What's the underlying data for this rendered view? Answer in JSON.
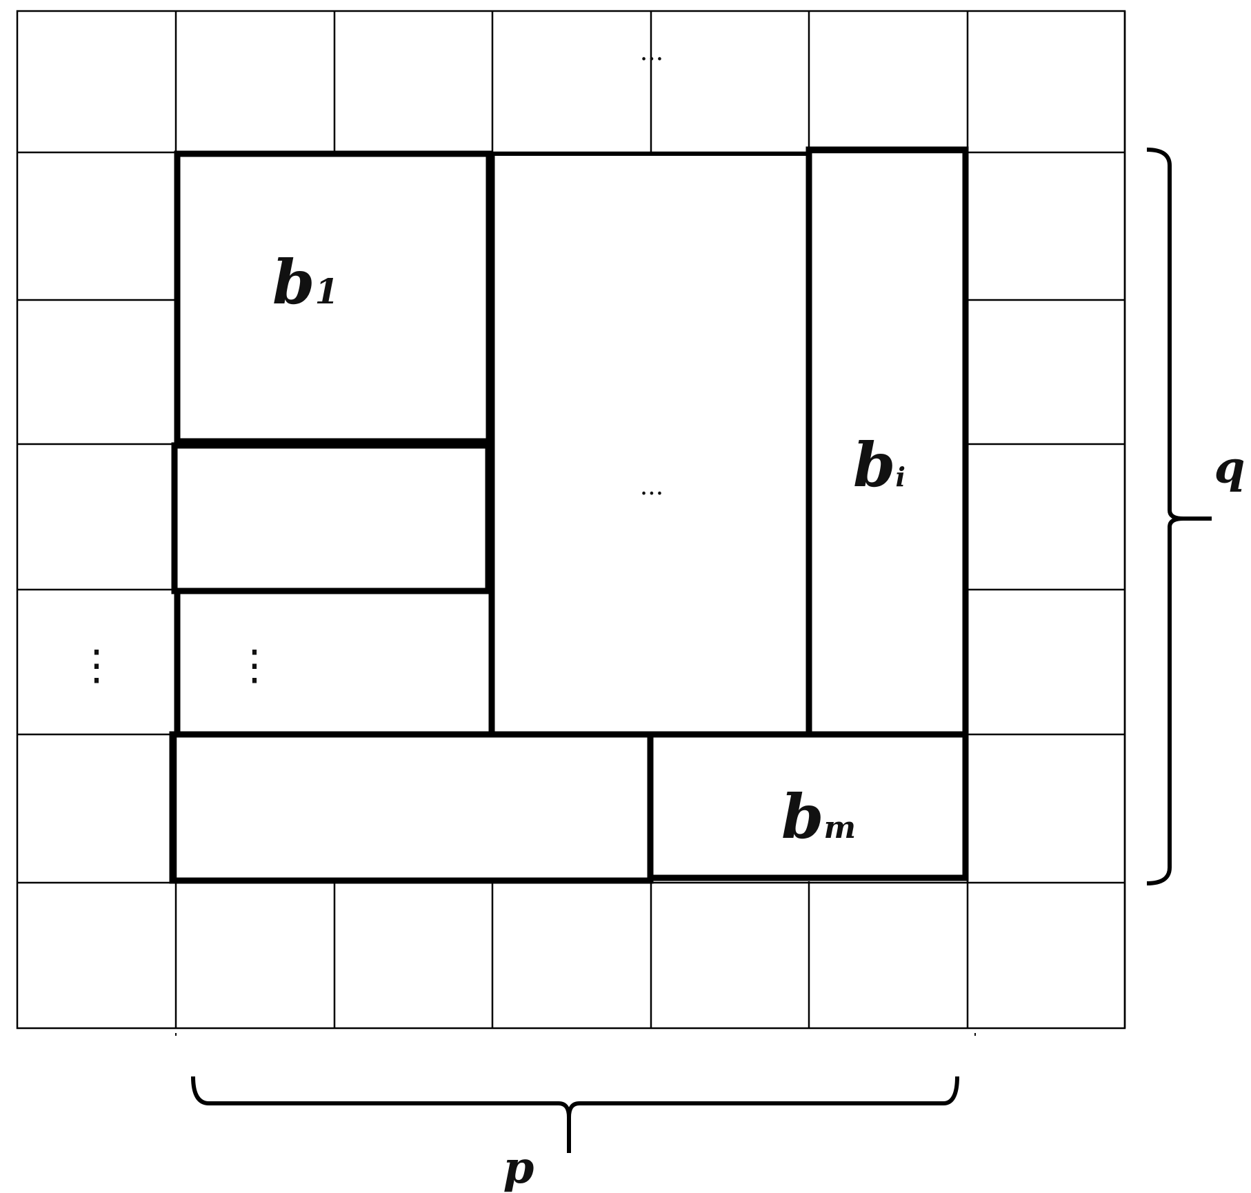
{
  "diagram": {
    "blocks": {
      "b1": {
        "base": "b",
        "sub": "1"
      },
      "bi": {
        "base": "b",
        "sub": "i"
      },
      "bm": {
        "base": "b",
        "sub": "m"
      }
    },
    "ellipsis_horizontal": "···",
    "ellipsis_vertical": "⋮",
    "brace_labels": {
      "q": "q",
      "p": "p"
    }
  }
}
